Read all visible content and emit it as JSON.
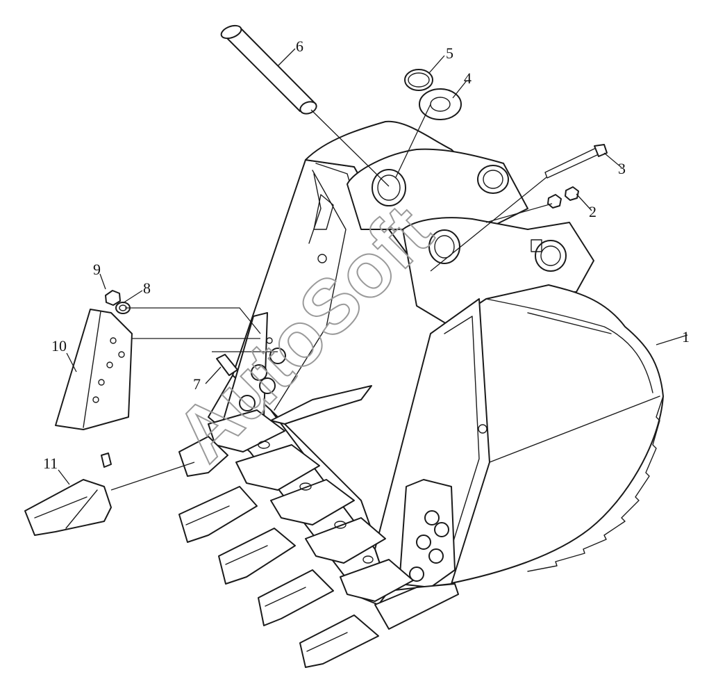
{
  "watermark": "AutoSoft",
  "callouts": [
    "1",
    "2",
    "3",
    "4",
    "5",
    "6",
    "7",
    "8",
    "9",
    "10",
    "11"
  ]
}
